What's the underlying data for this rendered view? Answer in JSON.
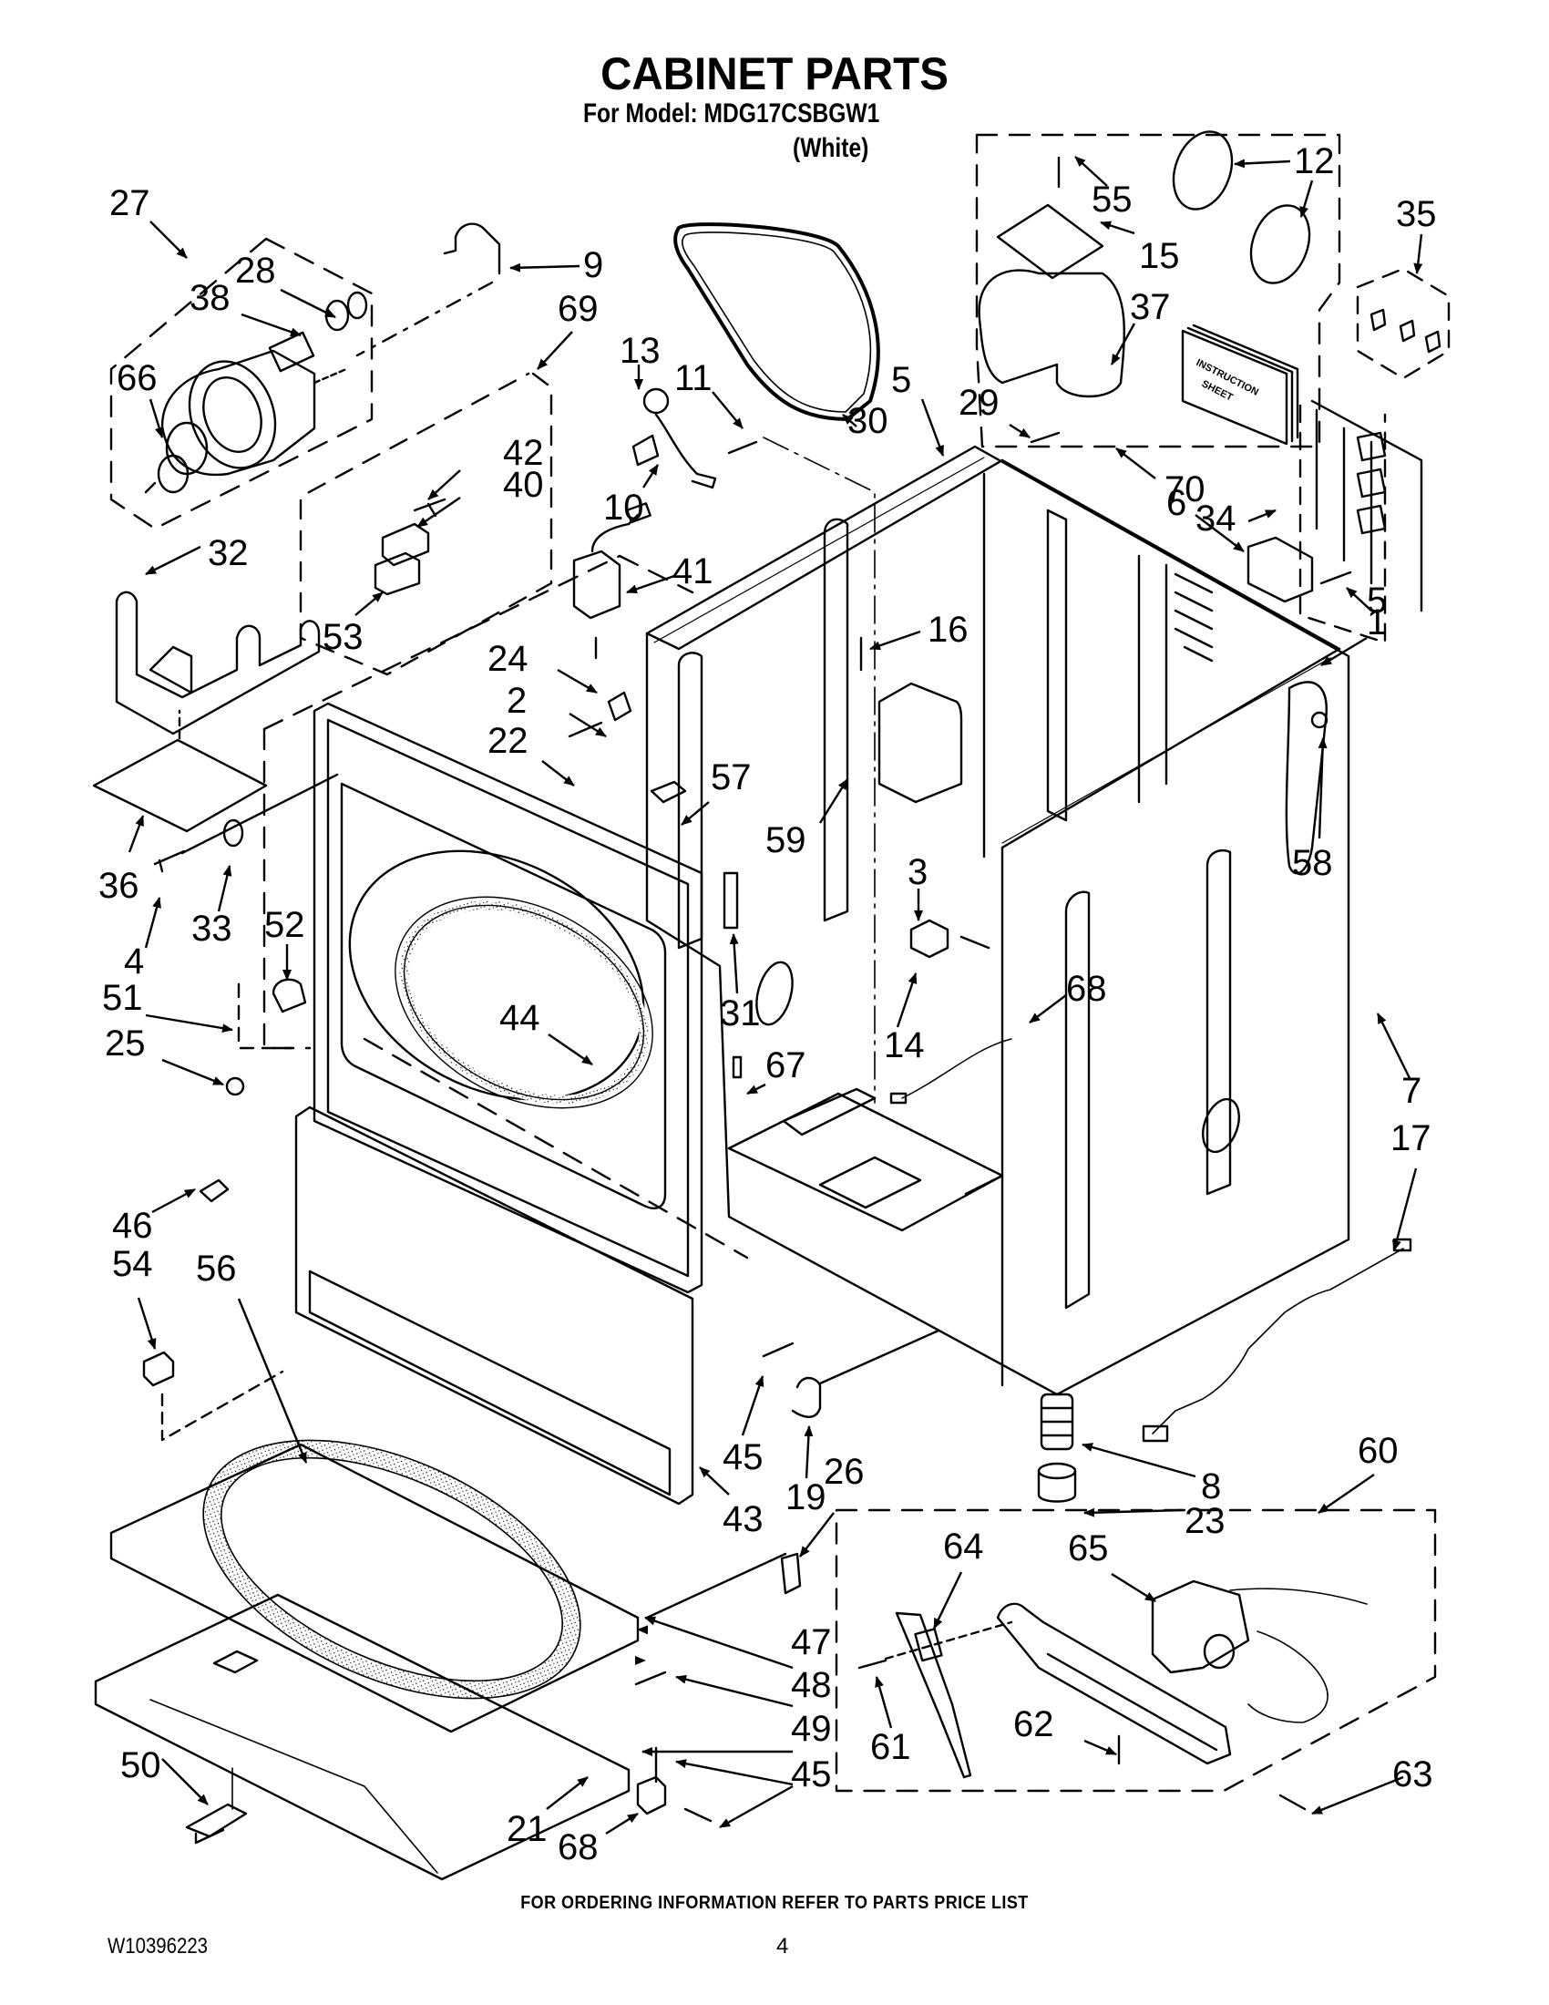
{
  "header": {
    "title": "CABINET PARTS",
    "model_line": "For Model: MDG17CSBGW1",
    "color_line": "(White)"
  },
  "diagram": {
    "instruction_sheet_text": [
      "INSTRUCTION",
      "SHEET"
    ],
    "callouts": [
      {
        "id": "27",
        "label": "27"
      },
      {
        "id": "28",
        "label": "28"
      },
      {
        "id": "38",
        "label": "38"
      },
      {
        "id": "66",
        "label": "66"
      },
      {
        "id": "9",
        "label": "9"
      },
      {
        "id": "69",
        "label": "69"
      },
      {
        "id": "42",
        "label": "42"
      },
      {
        "id": "40",
        "label": "40"
      },
      {
        "id": "32",
        "label": "32"
      },
      {
        "id": "53",
        "label": "53"
      },
      {
        "id": "13",
        "label": "13"
      },
      {
        "id": "11",
        "label": "11"
      },
      {
        "id": "10",
        "label": "10"
      },
      {
        "id": "41",
        "label": "41"
      },
      {
        "id": "30",
        "label": "30"
      },
      {
        "id": "5a",
        "label": "5"
      },
      {
        "id": "29",
        "label": "29"
      },
      {
        "id": "70",
        "label": "70"
      },
      {
        "id": "55",
        "label": "55"
      },
      {
        "id": "12",
        "label": "12"
      },
      {
        "id": "15",
        "label": "15"
      },
      {
        "id": "37",
        "label": "37"
      },
      {
        "id": "35",
        "label": "35"
      },
      {
        "id": "34",
        "label": "34"
      },
      {
        "id": "6",
        "label": "6"
      },
      {
        "id": "1",
        "label": "1"
      },
      {
        "id": "5b",
        "label": "5"
      },
      {
        "id": "16",
        "label": "16"
      },
      {
        "id": "24",
        "label": "24"
      },
      {
        "id": "2",
        "label": "2"
      },
      {
        "id": "22",
        "label": "22"
      },
      {
        "id": "57",
        "label": "57"
      },
      {
        "id": "59",
        "label": "59"
      },
      {
        "id": "3",
        "label": "3"
      },
      {
        "id": "58",
        "label": "58"
      },
      {
        "id": "36",
        "label": "36"
      },
      {
        "id": "33",
        "label": "33"
      },
      {
        "id": "4",
        "label": "4"
      },
      {
        "id": "52",
        "label": "52"
      },
      {
        "id": "51",
        "label": "51"
      },
      {
        "id": "25",
        "label": "25"
      },
      {
        "id": "44",
        "label": "44"
      },
      {
        "id": "31",
        "label": "31"
      },
      {
        "id": "14",
        "label": "14"
      },
      {
        "id": "68a",
        "label": "68"
      },
      {
        "id": "67",
        "label": "67"
      },
      {
        "id": "7",
        "label": "7"
      },
      {
        "id": "17",
        "label": "17"
      },
      {
        "id": "46",
        "label": "46"
      },
      {
        "id": "54",
        "label": "54"
      },
      {
        "id": "56",
        "label": "56"
      },
      {
        "id": "45a",
        "label": "45"
      },
      {
        "id": "19",
        "label": "19"
      },
      {
        "id": "26",
        "label": "26"
      },
      {
        "id": "43",
        "label": "43"
      },
      {
        "id": "8",
        "label": "8"
      },
      {
        "id": "23",
        "label": "23"
      },
      {
        "id": "60",
        "label": "60"
      },
      {
        "id": "64",
        "label": "64"
      },
      {
        "id": "65",
        "label": "65"
      },
      {
        "id": "47",
        "label": "47"
      },
      {
        "id": "48",
        "label": "48"
      },
      {
        "id": "49",
        "label": "49"
      },
      {
        "id": "45b",
        "label": "45"
      },
      {
        "id": "50",
        "label": "50"
      },
      {
        "id": "21",
        "label": "21"
      },
      {
        "id": "68b",
        "label": "68"
      },
      {
        "id": "61",
        "label": "61"
      },
      {
        "id": "62",
        "label": "62"
      },
      {
        "id": "63",
        "label": "63"
      }
    ]
  },
  "footer": {
    "ordering_note": "FOR ORDERING INFORMATION REFER TO PARTS PRICE LIST",
    "document_number": "W10396223",
    "page_number": "4"
  }
}
